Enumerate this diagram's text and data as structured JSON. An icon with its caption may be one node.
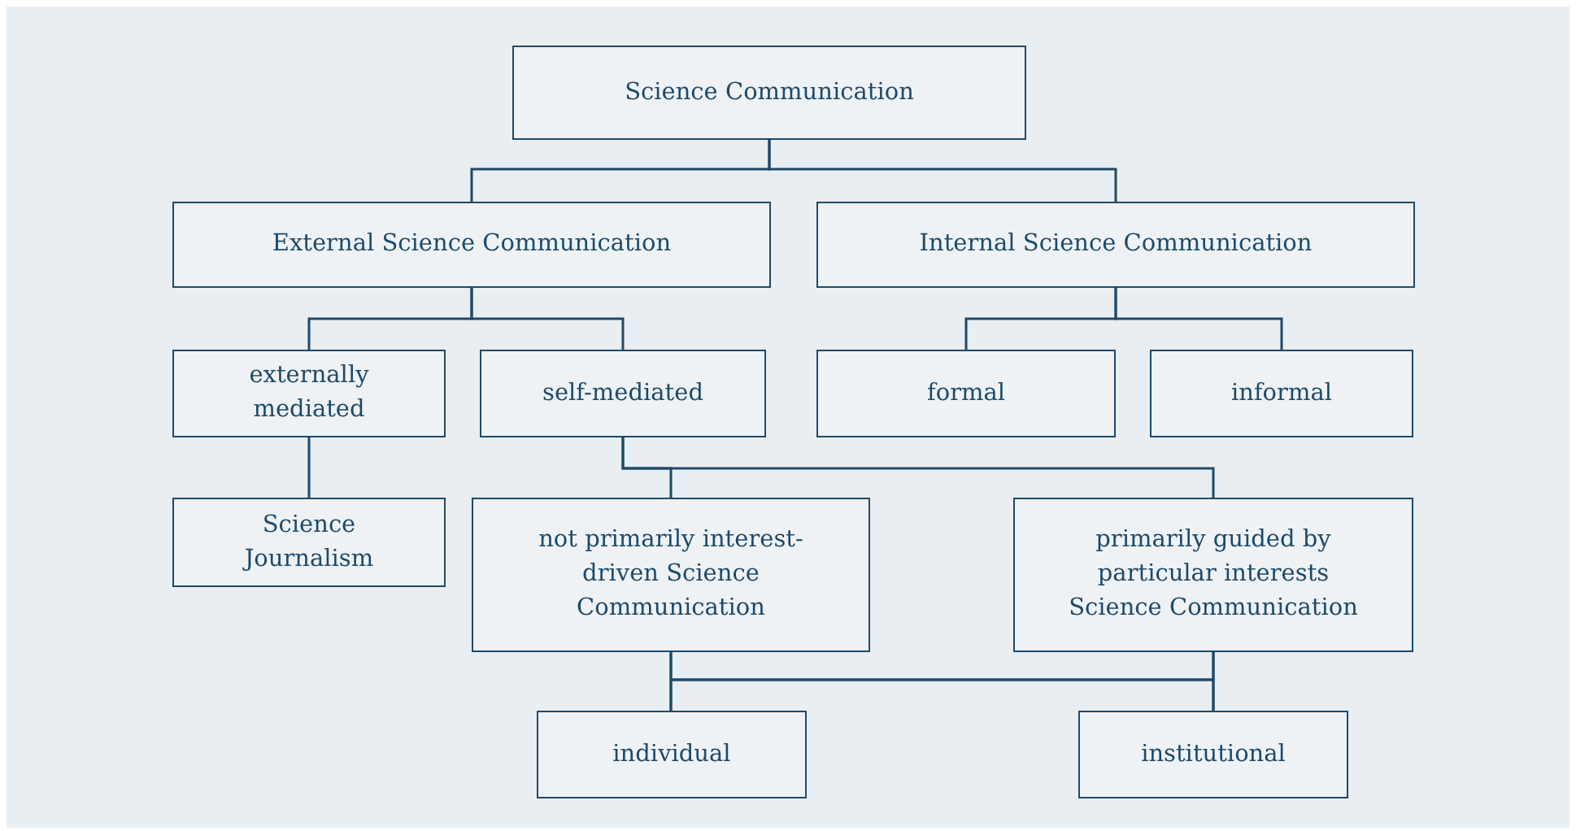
{
  "diagram": {
    "nodes": [
      {
        "text": [
          "Science Communication"
        ]
      },
      {
        "text": [
          "External Science Communication"
        ]
      },
      {
        "text": [
          "Internal Science Communication"
        ]
      },
      {
        "text": [
          "externally mediated"
        ]
      },
      {
        "text": [
          "self-mediated"
        ]
      },
      {
        "text": [
          "formal"
        ]
      },
      {
        "text": [
          "informal"
        ]
      },
      {
        "text": [
          "Science Journalism"
        ]
      },
      {
        "text": [
          "not primarily interest-driven Science Communication"
        ]
      },
      {
        "text": [
          "primarily guided by particular interests Science Communication"
        ]
      },
      {
        "text": [
          "individual"
        ]
      },
      {
        "text": [
          "institutional"
        ]
      }
    ],
    "edges": [
      {
        "from": 0,
        "to": 1,
        "arrow": "none"
      },
      {
        "from": 0,
        "to": 2,
        "arrow": "none"
      },
      {
        "from": 1,
        "to": 3,
        "arrow": "none"
      },
      {
        "from": 1,
        "to": 4,
        "arrow": "none"
      },
      {
        "from": 2,
        "to": 5,
        "arrow": "none"
      },
      {
        "from": 2,
        "to": 6,
        "arrow": "none"
      },
      {
        "from": 3,
        "to": 7,
        "arrow": "none"
      },
      {
        "from": 4,
        "to": 8,
        "arrow": "none"
      },
      {
        "from": 4,
        "to": 9,
        "arrow": "none"
      },
      {
        "from": 8,
        "to": 10,
        "arrow": "none"
      },
      {
        "from": 8,
        "to": 11,
        "arrow": "none"
      },
      {
        "from": 9,
        "to": 10,
        "arrow": "none"
      },
      {
        "from": 9,
        "to": 11,
        "arrow": "none"
      }
    ]
  }
}
